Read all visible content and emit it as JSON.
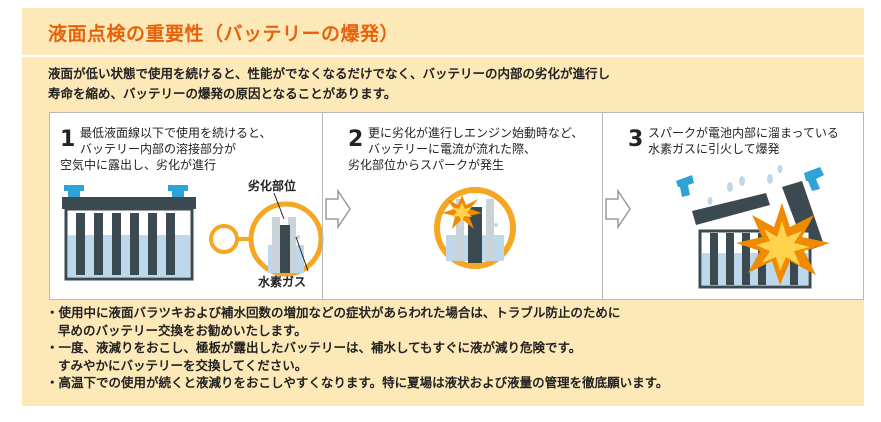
{
  "title": "液面点検の重要性（バッテリーの爆発）",
  "intro": [
    "液面が低い状態で使用を続けると、性能がでなくなるだけでなく、バッテリーの内部の劣化が進行し",
    "寿命を縮め、バッテリーの爆発の原因となることがあります。"
  ],
  "steps": [
    {
      "number": "1",
      "lines": [
        "最低液面線以下で使用を続けると、",
        "バッテリー内部の溶接部分が",
        "空気中に露出し、劣化が進行"
      ],
      "labels": {
        "deterioration": "劣化部位",
        "hydrogen": "水素ガス"
      }
    },
    {
      "number": "2",
      "lines": [
        "更に劣化が進行しエンジン始動時など、",
        "バッテリーに電流が流れた際、",
        "劣化部位からスパークが発生"
      ]
    },
    {
      "number": "3",
      "lines": [
        "スパークが電池内部に溜まっている",
        "水素ガスに引火して爆発"
      ]
    }
  ],
  "notes": [
    [
      "・使用中に液面バラツキおよび補水回数の増加などの症状があらわれた場合は、トラブル防止のために",
      "早めのバッテリー交換をお勧めいたします。"
    ],
    [
      "・一度、液減りをおこし、極板が露出したバッテリーは、補水してもすぐに液が減り危険です。",
      "すみやかにバッテリーを交換してください。"
    ],
    [
      "・高温下での使用が続くと液減りをおこしやすくなります。特に夏場は液状および液量の管理を徹底願います。"
    ]
  ],
  "colors": {
    "accent": "#e8620c",
    "background": "#fde8b8",
    "battery_dark": "#3a4a50",
    "electrolyte": "#bcd8ea",
    "terminal": "#2ea3d6",
    "ring": "#f5a623",
    "spark": "#f08a00"
  },
  "icons": [
    "arrow-right-icon",
    "battery-icon",
    "magnifier-ring-icon",
    "spark-icon",
    "explosion-icon"
  ]
}
